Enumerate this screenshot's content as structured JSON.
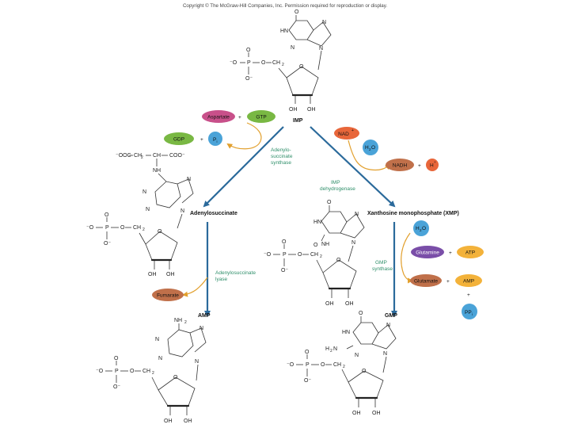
{
  "copyright": "Copyright © The McGraw-Hill Companies, Inc. Permission required for reproduction or display.",
  "compounds": {
    "imp": "IMP",
    "adenylosuccinate": "Adenylosuccinate",
    "amp": "AMP",
    "xmp": "Xanthosine monophosphate (XMP)",
    "gmp": "GMP"
  },
  "enzymes": {
    "adenylosuccinate_synthase": [
      "Adenylo-",
      "succinate",
      "synthase"
    ],
    "adenylosuccinate_lyase": [
      "Adenylosuccinate",
      "lyase"
    ],
    "imp_dehydrogenase": [
      "IMP",
      "dehydrogenase"
    ],
    "gmp_synthase": [
      "GMP",
      "synthase"
    ]
  },
  "reagents": {
    "aspartate": "Aspartate",
    "gtp": "GTP",
    "gdp": "GDP",
    "pi": "P",
    "pi_sub": "i",
    "fumarate": "Fumarate",
    "nad": "NAD",
    "nad_sup": "+",
    "h2o": "H",
    "h2o_sub": "2",
    "h2o_o": "O",
    "nadh": "NADH",
    "h": "H",
    "h_sup": "+",
    "glutamine": "Glutamine",
    "atp": "ATP",
    "glutamate": "Glutamate",
    "amp_side": "AMP",
    "ppi": "PP",
    "ppi_sub": "i"
  },
  "operators": {
    "plus": "+"
  },
  "atoms": {
    "O": "O",
    "N": "N",
    "HN": "HN",
    "NH": "NH",
    "NH2": "NH",
    "two": "2",
    "OH": "OH",
    "P": "P",
    "CH2": "CH",
    "H": "H",
    "H2N": "H",
    "o_minus": "⁻O",
    "o_minus_r": "O⁻",
    "ooc": "⁻OOC",
    "coo": "COO⁻",
    "ch": "CH",
    "ch2_chain": "CH"
  },
  "colors": {
    "arrow_main": "#2b6a9b",
    "arrow_side": "#e2a02e",
    "enzyme_text": "#2f8f6a",
    "aspartate": "#c8508a",
    "gtp": "#79b843",
    "gdp": "#79b843",
    "pi": "#4aa3d8",
    "fumarate": "#c0704a",
    "nad": "#e8663a",
    "h2o": "#4aa3d8",
    "nadh": "#c0704a",
    "h_plus": "#e8663a",
    "glutamine": "#7a4ea8",
    "atp": "#f3b23a",
    "glutamate": "#c0704a",
    "amp": "#f3b23a",
    "ppi": "#4aa3d8"
  }
}
